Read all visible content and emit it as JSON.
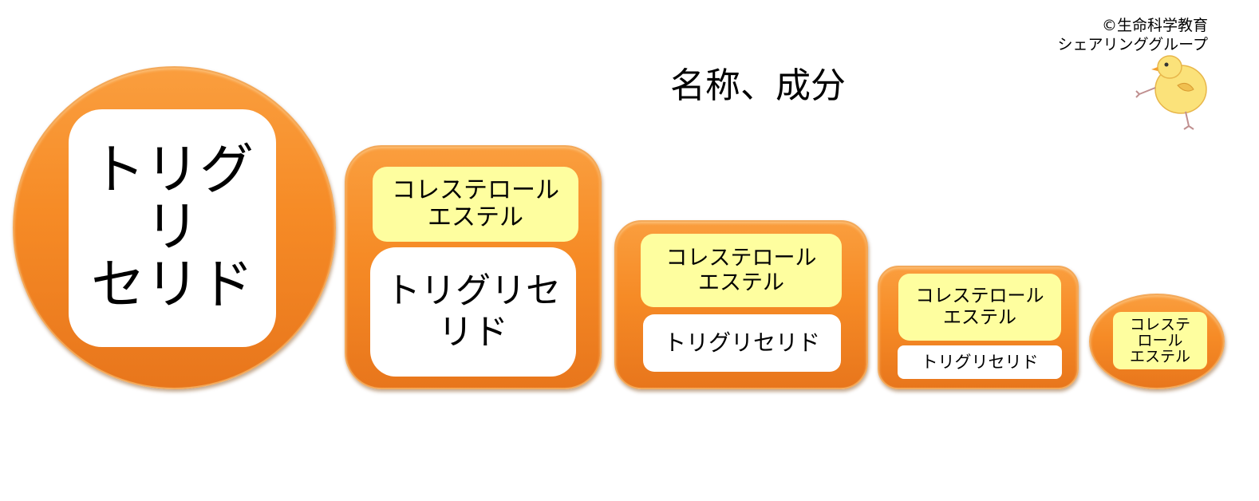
{
  "copyright": {
    "line1": "©生命科学教育",
    "line2": "シェアリンググループ"
  },
  "title": "名称、成分",
  "particles": [
    {
      "triglyceride_lines": [
        "トリグリ",
        "セリド"
      ]
    },
    {
      "ester_lines": [
        "コレステロール",
        "エステル"
      ],
      "triglyceride_lines": [
        "トリグリセ",
        "リド"
      ]
    },
    {
      "ester_lines": [
        "コレステロール",
        "エステル"
      ],
      "triglyceride_lines": [
        "トリグリセリド"
      ]
    },
    {
      "ester_lines": [
        "コレステロール",
        "エステル"
      ],
      "triglyceride_lines": [
        "トリグリセリド"
      ]
    },
    {
      "ester_lines": [
        "コレステ",
        "ロール",
        "エステル"
      ]
    }
  ],
  "colors": {
    "orange": "#f68b26",
    "ester_fill": "#fefe9f",
    "triglyceride_fill": "#ffffff"
  },
  "icons": [
    "chick-icon"
  ]
}
